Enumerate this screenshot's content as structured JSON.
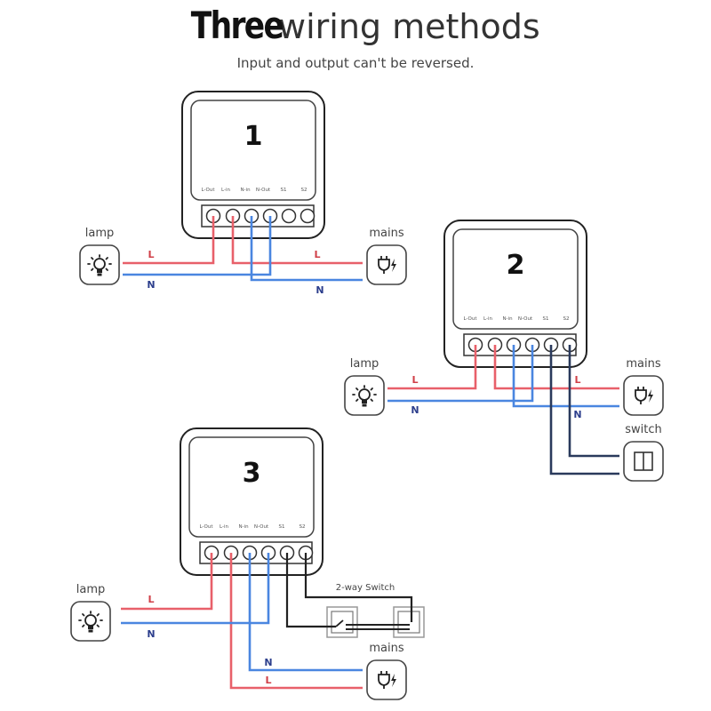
{
  "header": {
    "title_bold": "Three",
    "title_rest": "wiring methods",
    "subtitle": "Input and output can't be reversed."
  },
  "terminals": [
    "L-Out",
    "L-in",
    "N-in",
    "N-Out",
    "S1",
    "S2"
  ],
  "wire_labels": {
    "live": "L",
    "neutral": "N"
  },
  "colors": {
    "live": "#e8606a",
    "neutral": "#4a86e0",
    "switch": "#2a3a5c",
    "switch_black": "#222222",
    "label_live": "#d04048",
    "label_neutral": "#2c3e8c"
  },
  "diagrams": [
    {
      "number": "1",
      "lamp_label": "lamp",
      "mains_label": "mains"
    },
    {
      "number": "2",
      "lamp_label": "lamp",
      "mains_label": "mains",
      "switch_label": "switch"
    },
    {
      "number": "3",
      "lamp_label": "lamp",
      "mains_label": "mains",
      "switch_label": "2-way Switch"
    }
  ],
  "icons": {
    "lamp": "lightbulb-icon",
    "mains": "plug-icon",
    "switch": "wall-switch-icon"
  }
}
